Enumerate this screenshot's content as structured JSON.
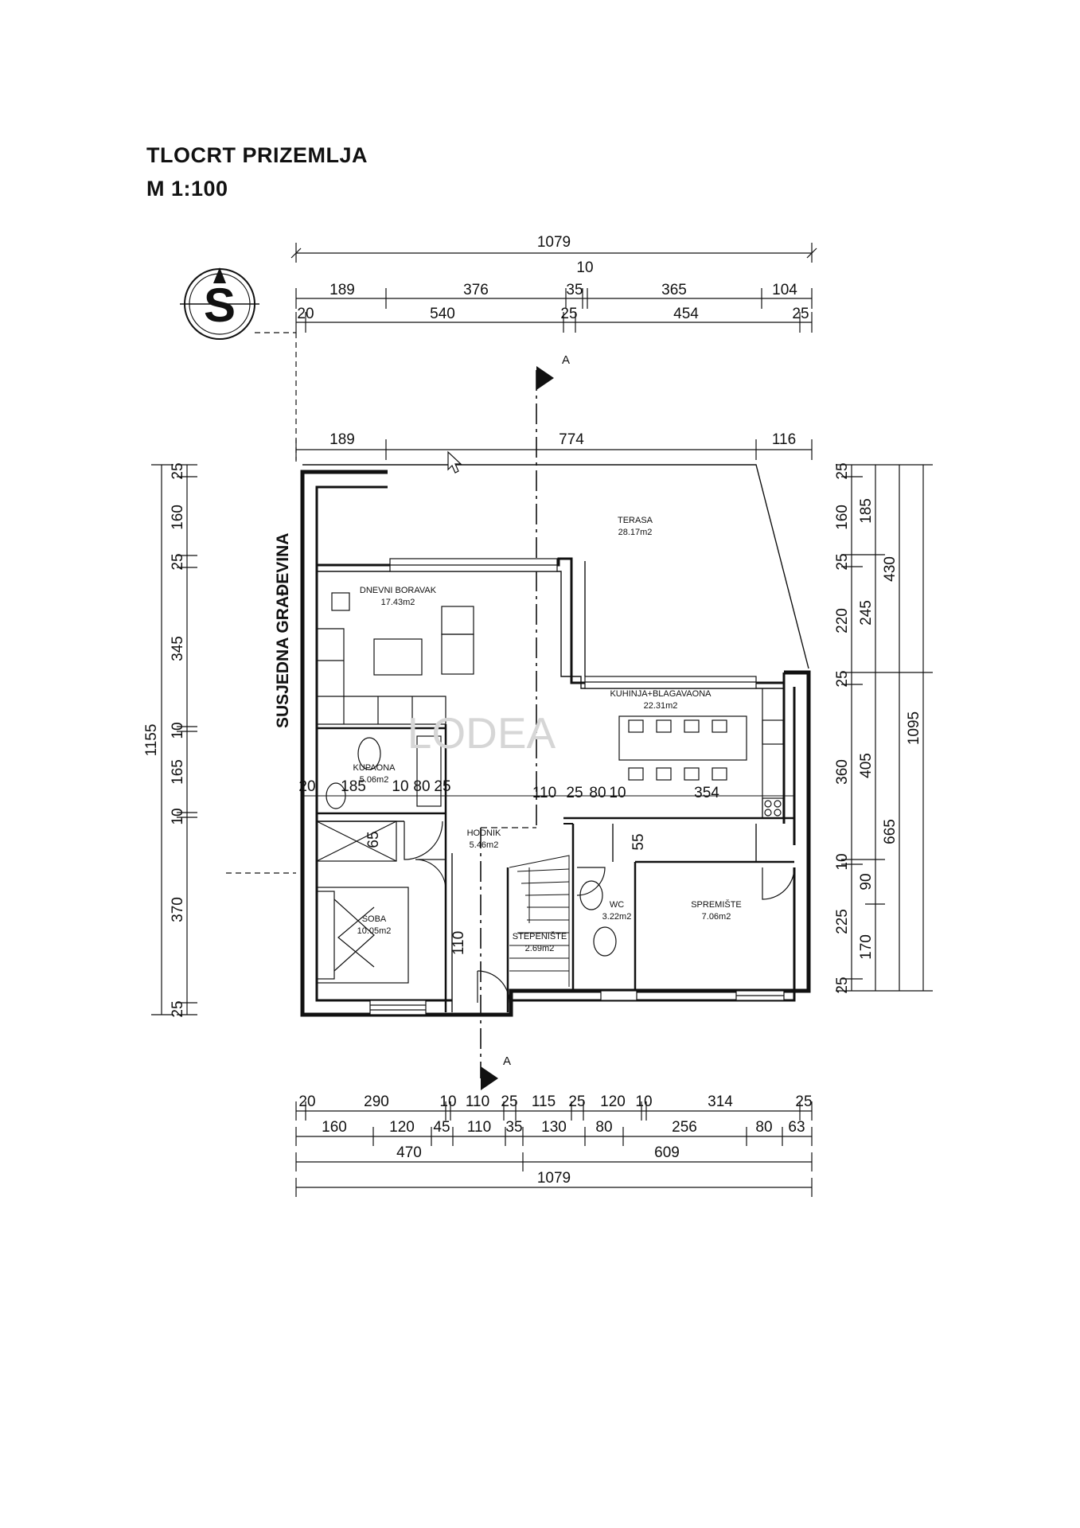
{
  "title": "TLOCRT PRIZEMLJA",
  "scale": "M 1:100",
  "compass_letter": "S",
  "neighbor_label": "SUSJEDNA GRAĐEVINA",
  "section_marker": "A",
  "watermark": "LODEA",
  "rooms": {
    "terasa": {
      "name": "TERASA",
      "area": "28.17m2"
    },
    "dnevni": {
      "name": "DNEVNI BORAVAK",
      "area": "17.43m2"
    },
    "kuhinja": {
      "name": "KUHINJA+BLAGAVAONA",
      "area": "22.31m2"
    },
    "kupaona": {
      "name": "KUPAONA",
      "area": "5.06m2"
    },
    "hodnik": {
      "name": "HODNIK",
      "area": "5.46m2"
    },
    "soba": {
      "name": "SOBA",
      "area": "10.05m2"
    },
    "stepeniste": {
      "name": "STEPENIŠTE",
      "area": "2.69m2"
    },
    "wc": {
      "name": "WC",
      "area": "3.22m2"
    },
    "spremiste": {
      "name": "SPREMIŠTE",
      "area": "7.06m2"
    }
  },
  "dims": {
    "top_total": "1079",
    "top_row1": [
      "189",
      "376",
      "35",
      "10",
      "365",
      "104"
    ],
    "top_row2": [
      "20",
      "540",
      "25",
      "454",
      "25"
    ],
    "terrace_row": [
      "189",
      "774",
      "116"
    ],
    "left_total": "1155",
    "left_chain": [
      "25",
      "160",
      "25",
      "345",
      "10",
      "165",
      "10",
      "370",
      "25"
    ],
    "right_inner": [
      "25",
      "160",
      "25",
      "220",
      "25",
      "360",
      "10",
      "225",
      "25"
    ],
    "right_mid": [
      "185",
      "245",
      "405",
      "90",
      "170"
    ],
    "right_outer1": [
      "430",
      "665"
    ],
    "right_outer2": "1095",
    "interior_row": [
      "20",
      "185",
      "10",
      "80",
      "25",
      "110",
      "25",
      "80",
      "10",
      "354"
    ],
    "interior_small": [
      "65",
      "55",
      "110"
    ],
    "bottom_row1": [
      "20",
      "290",
      "10",
      "110",
      "25",
      "115",
      "25",
      "120",
      "10",
      "314",
      "25"
    ],
    "bottom_row2": [
      "160",
      "120",
      "45",
      "110",
      "35",
      "130",
      "80",
      "256",
      "80",
      "63"
    ],
    "bottom_row3": [
      "470",
      "609"
    ],
    "bottom_total": "1079"
  }
}
